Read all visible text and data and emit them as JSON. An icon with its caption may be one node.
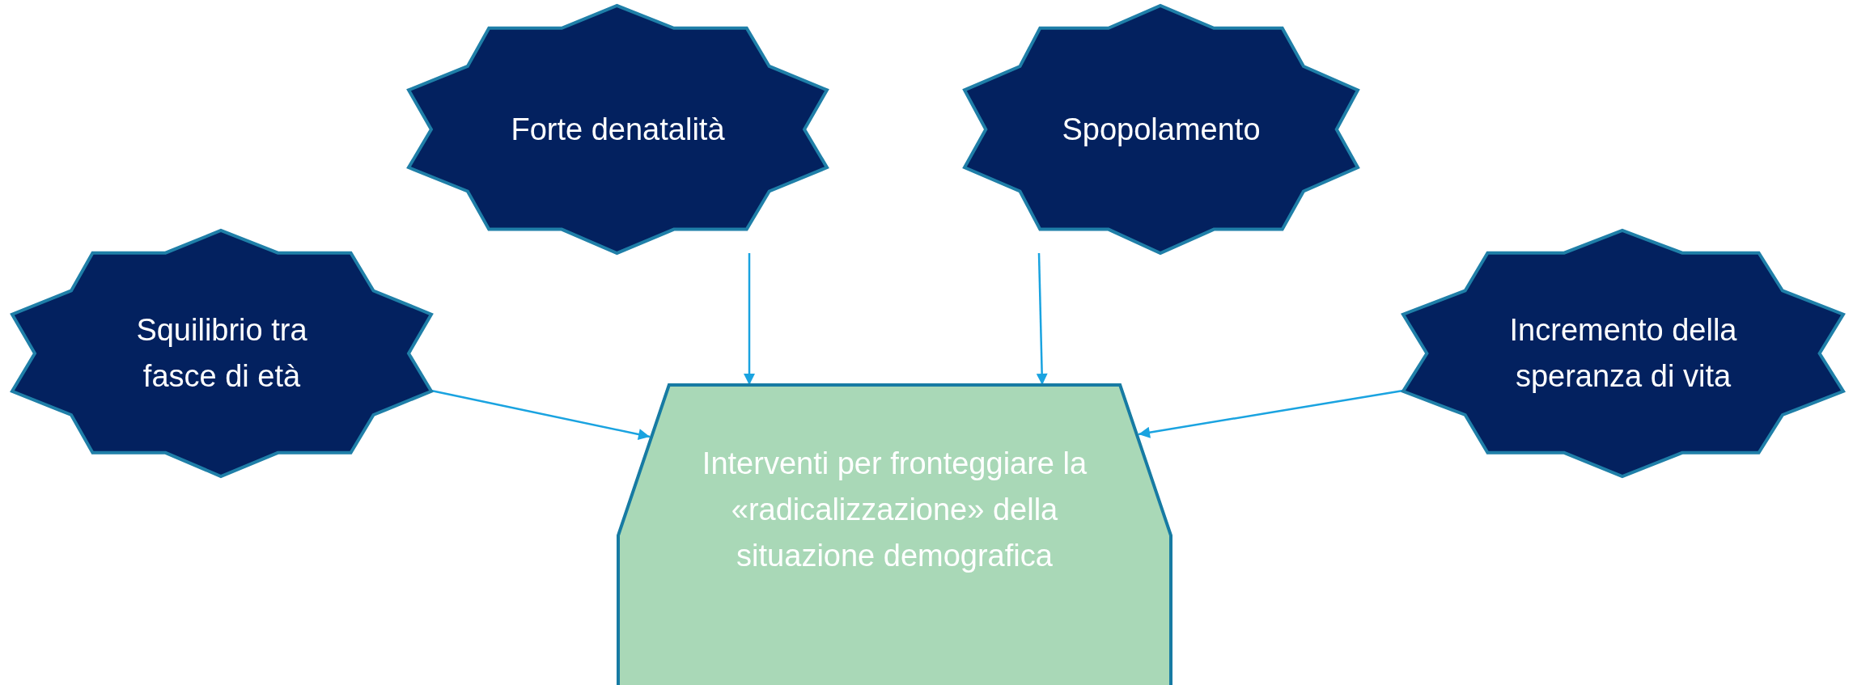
{
  "diagram": {
    "nodes": [
      {
        "text": [
          "Forte denatalità"
        ]
      },
      {
        "text": [
          "Spopolamento"
        ]
      },
      {
        "text": [
          "Squilibrio tra fasce di età"
        ]
      },
      {
        "text": [
          "Incremento della speranza di vita"
        ]
      },
      {
        "text": [
          "Interventi per fronteggiare la «radicalizzazione» della situazione demografica"
        ]
      }
    ],
    "edges": [
      {
        "from": 0,
        "to": 4,
        "arrow": "to"
      },
      {
        "from": 1,
        "to": 4,
        "arrow": "to"
      },
      {
        "from": 2,
        "to": 4,
        "arrow": "to"
      },
      {
        "from": 3,
        "to": 4,
        "arrow": "to"
      }
    ]
  }
}
